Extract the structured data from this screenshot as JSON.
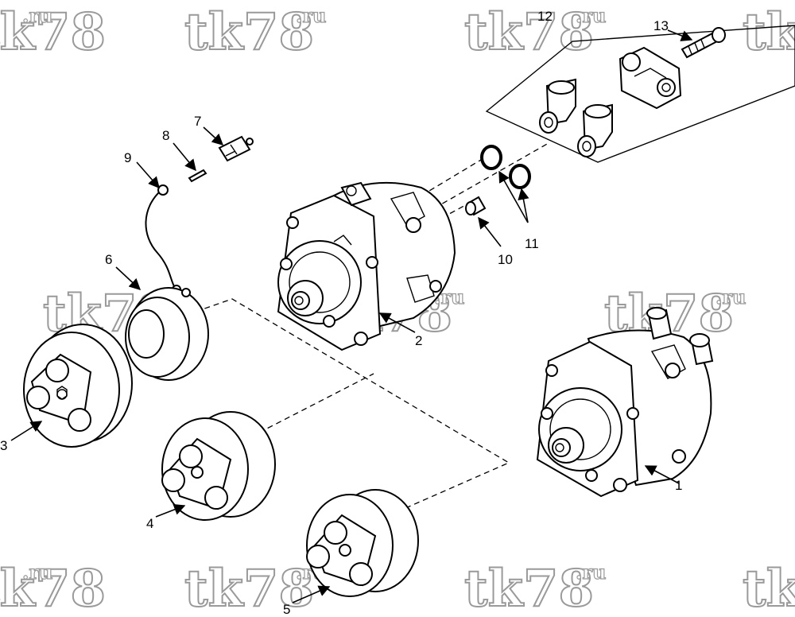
{
  "watermark": {
    "text": "tk78",
    "suffix": ".ru"
  },
  "callouts": [
    {
      "id": "c1",
      "label": "1"
    },
    {
      "id": "c2",
      "label": "2"
    },
    {
      "id": "c3",
      "label": "3"
    },
    {
      "id": "c4",
      "label": "4"
    },
    {
      "id": "c5",
      "label": "5"
    },
    {
      "id": "c6",
      "label": "6"
    },
    {
      "id": "c7",
      "label": "7"
    },
    {
      "id": "c8",
      "label": "8"
    },
    {
      "id": "c9",
      "label": "9"
    },
    {
      "id": "c10",
      "label": "10"
    },
    {
      "id": "c11",
      "label": "11"
    },
    {
      "id": "c12",
      "label": "12"
    },
    {
      "id": "c13",
      "label": "13"
    }
  ]
}
